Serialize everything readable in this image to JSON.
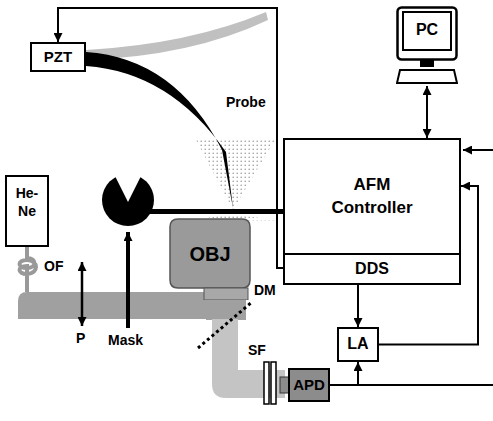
{
  "diagram": {
    "nodes": [
      {
        "text": [
          "PZT"
        ]
      },
      {
        "text": [
          "PC"
        ]
      },
      {
        "text": [
          "He-Ne"
        ]
      },
      {
        "text": [
          "OBJ"
        ]
      },
      {
        "text": [
          "AFM Controller"
        ]
      },
      {
        "text": [
          "DDS"
        ],
        "in": 4
      },
      {
        "text": [
          "LA"
        ]
      },
      {
        "text": [
          "APD"
        ]
      }
    ],
    "edges": [
      {
        "from": 5,
        "to": 0,
        "arrow": "to"
      },
      {
        "from": 1,
        "to": 4,
        "arrow": "both"
      },
      {
        "from": 5,
        "to": 6,
        "arrow": "to"
      },
      {
        "from": 6,
        "to": 4,
        "arrow": "to"
      },
      {
        "from": 7,
        "to": 6,
        "arrow": "to"
      }
    ],
    "labels": [
      "Probe",
      "OF",
      "P",
      "Mask",
      "DM",
      "SF"
    ]
  }
}
